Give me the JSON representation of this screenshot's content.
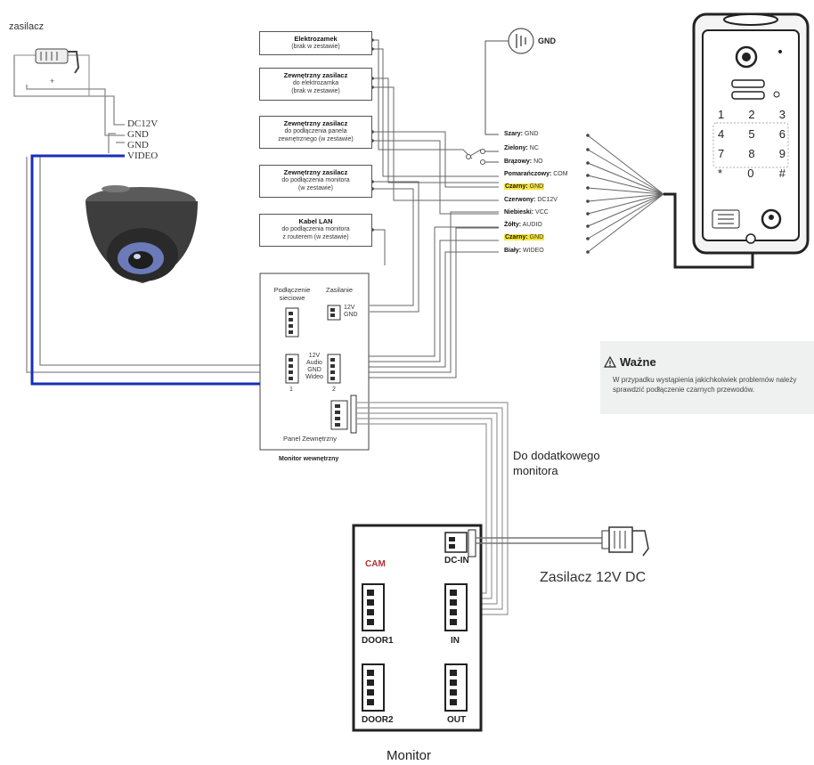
{
  "psu_label": "zasilacz",
  "camera_pins": [
    "DC12V",
    "GND",
    "GND",
    "VIDEO"
  ],
  "plus_sign": "+",
  "gnd_label": "GND",
  "boxes": {
    "lock": {
      "title": "Elektrozamek",
      "text": "(brak w zestawie)"
    },
    "lock_psu": {
      "title": "Zewnętrzny zasilacz",
      "line1": "do elektrozamka",
      "line2": "(brak w zestawie)"
    },
    "panel_psu": {
      "title": "Zewnętrzny zasilacz",
      "line1": "do podłączenia panela",
      "line2": "zewnętrznego (w zestawie)"
    },
    "monitor_psu": {
      "title": "Zewnętrzny zasilacz",
      "line1": "do podłączenia monitora",
      "line2": "(w zestawie)"
    },
    "lan": {
      "title": "Kabel LAN",
      "line1": "do podłączenia monitora",
      "line2": "z routerem (w zestawie)"
    }
  },
  "wires": [
    {
      "name": "Szary:",
      "signal": "GND",
      "highlight": false
    },
    {
      "name": "Zielony:",
      "signal": "NC",
      "highlight": false
    },
    {
      "name": "Brązowy:",
      "signal": "NO",
      "highlight": false
    },
    {
      "name": "Pomarańczowy:",
      "signal": "COM",
      "highlight": false
    },
    {
      "name": "Czarny:",
      "signal": "GND",
      "highlight": true
    },
    {
      "name": "Czerwony:",
      "signal": "DC12V",
      "highlight": false
    },
    {
      "name": "Niebieski:",
      "signal": "VCC",
      "highlight": false
    },
    {
      "name": "Żółty:",
      "signal": "AUDIO",
      "highlight": false
    },
    {
      "name": "Czarny:",
      "signal": "GND",
      "highlight": true
    },
    {
      "name": "Biały:",
      "signal": "WIDEO",
      "highlight": false
    }
  ],
  "inner_monitor": {
    "network_label_1": "Podłączenie",
    "network_label_2": "sieciowe",
    "power_label": "Zasilanie",
    "power_pins": [
      "12V",
      "GND"
    ],
    "door_pins": [
      "12V",
      "Audio",
      "GND",
      "Wideo"
    ],
    "num1": "1",
    "num2": "2",
    "panel_label": "Panel Zewnętrzny",
    "caption": "Monitor wewnętrzny"
  },
  "note": {
    "title": "Ważne",
    "text": "W przypadku wystąpienia jakichkolwiek problemów należy sprawdzić podłączenie czarnych przewodów."
  },
  "extra_monitor_1": "Do dodatkowego",
  "extra_monitor_2": "monitora",
  "monitor": {
    "cam": "CAM",
    "dcin": "DC-IN",
    "door1": "DOOR1",
    "in": "IN",
    "door2": "DOOR2",
    "out": "OUT",
    "caption": "Monitor"
  },
  "psu12v": "Zasilacz 12V DC",
  "keypad": [
    "1",
    "2",
    "3",
    "4",
    "5",
    "6",
    "7",
    "8",
    "9",
    "*",
    "0",
    "#"
  ],
  "colors": {
    "video_wire": "#1a2fb8",
    "highlight": "#f7e53a",
    "line": "#555555"
  }
}
